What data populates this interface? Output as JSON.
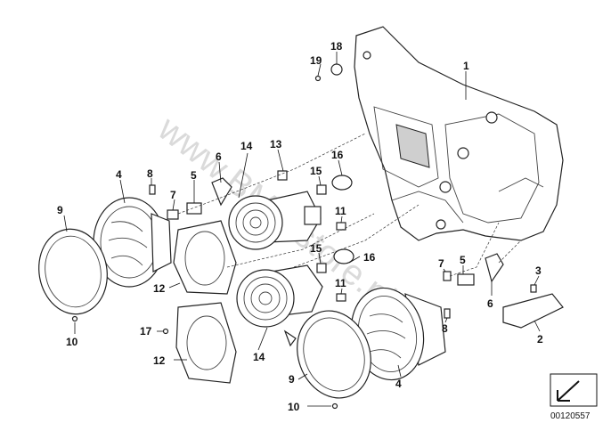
{
  "watermark": "www.BMWstore.pl",
  "document_number": "00120557",
  "callouts": [
    {
      "id": "c1",
      "label": "1"
    },
    {
      "id": "c18",
      "label": "18"
    },
    {
      "id": "c19",
      "label": "19"
    },
    {
      "id": "c13",
      "label": "13"
    },
    {
      "id": "c14a",
      "label": "14"
    },
    {
      "id": "c6a",
      "label": "6"
    },
    {
      "id": "c16a",
      "label": "16"
    },
    {
      "id": "c4a",
      "label": "4"
    },
    {
      "id": "c8a",
      "label": "8"
    },
    {
      "id": "c5a",
      "label": "5"
    },
    {
      "id": "c7a",
      "label": "7"
    },
    {
      "id": "c15a",
      "label": "15"
    },
    {
      "id": "c11a",
      "label": "11"
    },
    {
      "id": "c9a",
      "label": "9"
    },
    {
      "id": "c15b",
      "label": "15"
    },
    {
      "id": "c16b",
      "label": "16"
    },
    {
      "id": "c11b",
      "label": "11"
    },
    {
      "id": "c12a",
      "label": "12"
    },
    {
      "id": "c7b",
      "label": "7"
    },
    {
      "id": "c5b",
      "label": "5"
    },
    {
      "id": "c3",
      "label": "3"
    },
    {
      "id": "c6b",
      "label": "6"
    },
    {
      "id": "c8b",
      "label": "8"
    },
    {
      "id": "c2",
      "label": "2"
    },
    {
      "id": "c10a",
      "label": "10"
    },
    {
      "id": "c17",
      "label": "17"
    },
    {
      "id": "c12b",
      "label": "12"
    },
    {
      "id": "c14b",
      "label": "14"
    },
    {
      "id": "c9b",
      "label": "9"
    },
    {
      "id": "c4b",
      "label": "4"
    },
    {
      "id": "c10b",
      "label": "10"
    }
  ]
}
